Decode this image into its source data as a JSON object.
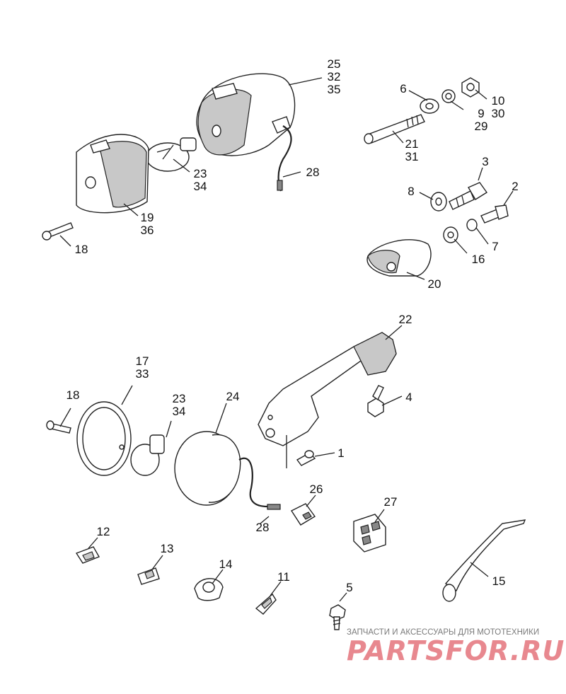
{
  "callouts": {
    "c25": [
      "25",
      "32",
      "35"
    ],
    "c6": [
      "6"
    ],
    "c10": [
      "10",
      "30"
    ],
    "c9": [
      "9",
      "29"
    ],
    "c21": [
      "21",
      "31"
    ],
    "c23a": [
      "23",
      "34"
    ],
    "c28a": [
      "28"
    ],
    "c3": [
      "3"
    ],
    "c2": [
      "2"
    ],
    "c8": [
      "8"
    ],
    "c7": [
      "7"
    ],
    "c16": [
      "16"
    ],
    "c20": [
      "20"
    ],
    "c19": [
      "19",
      "36"
    ],
    "c18a": [
      "18"
    ],
    "c22": [
      "22"
    ],
    "c17": [
      "17",
      "33"
    ],
    "c18b": [
      "18"
    ],
    "c23b": [
      "23",
      "34"
    ],
    "c24": [
      "24"
    ],
    "c4": [
      "4"
    ],
    "c1": [
      "1"
    ],
    "c26": [
      "26"
    ],
    "c27": [
      "27"
    ],
    "c28b": [
      "28"
    ],
    "c12": [
      "12"
    ],
    "c13": [
      "13"
    ],
    "c14": [
      "14"
    ],
    "c11": [
      "11"
    ],
    "c5": [
      "5"
    ],
    "c15": [
      "15"
    ]
  },
  "watermark": {
    "tagline": "ЗАПЧАСТИ И АКСЕССУАРЫ ДЛЯ МОТОТЕХНИКИ",
    "logo": "PARTSFOR.RU",
    "color": "#e8888f"
  }
}
